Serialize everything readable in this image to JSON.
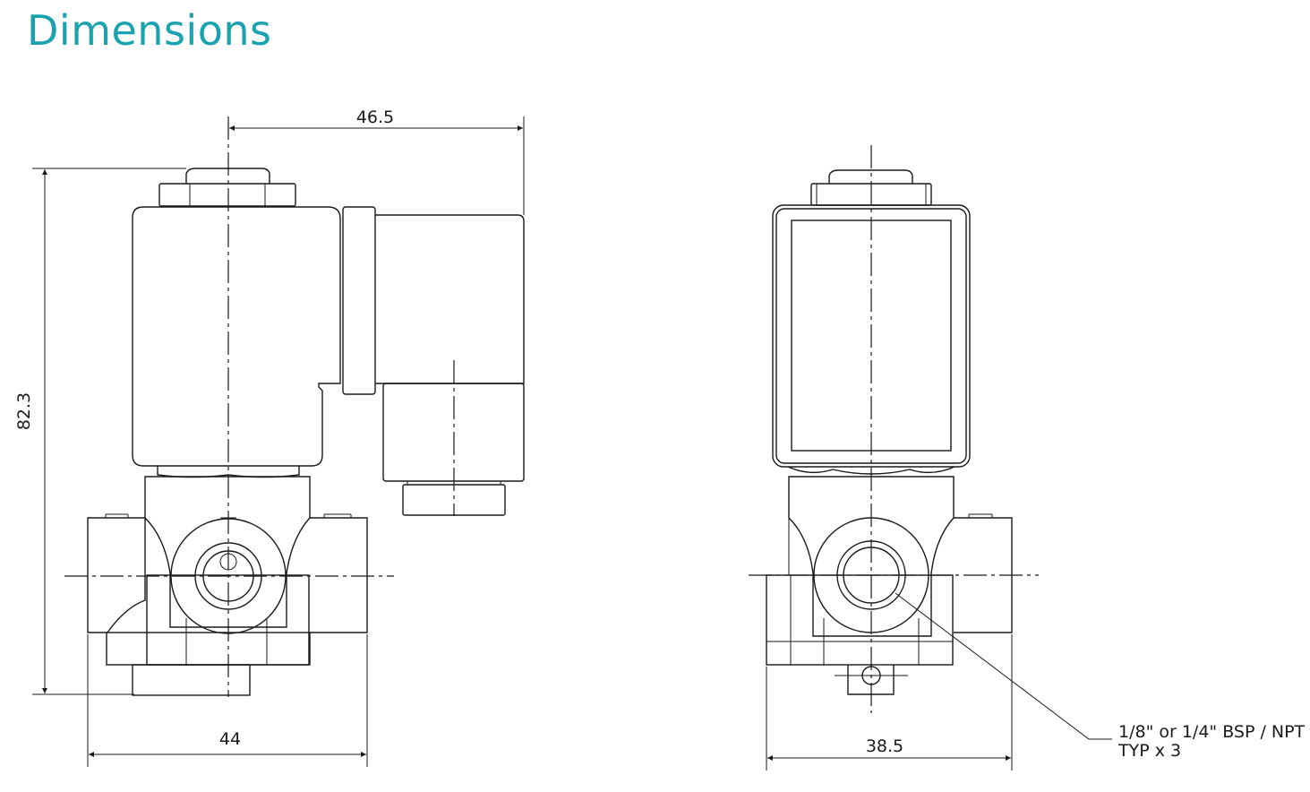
{
  "title": "Dimensions",
  "colors": {
    "title": "#1aa3ae",
    "line": "#1a1a1a",
    "background": "#ffffff"
  },
  "views": {
    "side": {
      "dim_width_top": "46.5",
      "dim_height": "82.3",
      "dim_width_bottom": "44"
    },
    "front": {
      "dim_width_bottom": "38.5",
      "port_note_line1": "1/8\" or 1/4\" BSP / NPT",
      "port_note_line2": "TYP x 3"
    }
  }
}
